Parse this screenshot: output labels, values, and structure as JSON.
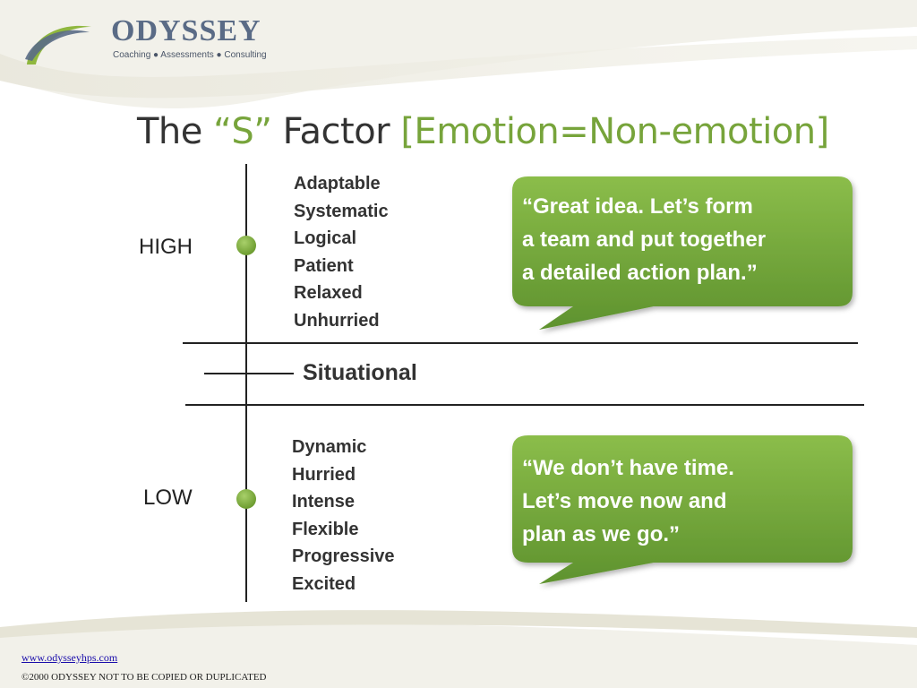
{
  "logo": {
    "name": "ODYSSEY",
    "tagline": "Coaching ● Assessments ● Consulting"
  },
  "title": {
    "prefix": "The ",
    "s_part": "“S”",
    "middle": " Factor ",
    "bracket": "[Emotion=Non-emotion]"
  },
  "high": {
    "label": "HIGH",
    "traits": [
      "Adaptable",
      "Systematic",
      "Logical",
      "Patient",
      "Relaxed",
      "Unhurried"
    ],
    "quote_lines": [
      "“Great idea.  Let’s form",
      "a team and put together",
      "a detailed action plan.”"
    ]
  },
  "situational": "Situational",
  "low": {
    "label": "LOW",
    "traits": [
      "Dynamic",
      "Hurried",
      "Intense",
      "Flexible",
      "Progressive",
      "Excited"
    ],
    "quote_lines": [
      "“We don’t have time.",
      "Let’s move now and",
      "plan as we go.”"
    ]
  },
  "footer": {
    "link": "www.odysseyhps.com",
    "copyright": "©2000 ODYSSEY  NOT TO BE COPIED OR DUPLICATED"
  },
  "colors": {
    "accent_green": "#77a43b",
    "bubble_green": "#6fa13a",
    "logo_blue": "#5a6b86"
  }
}
